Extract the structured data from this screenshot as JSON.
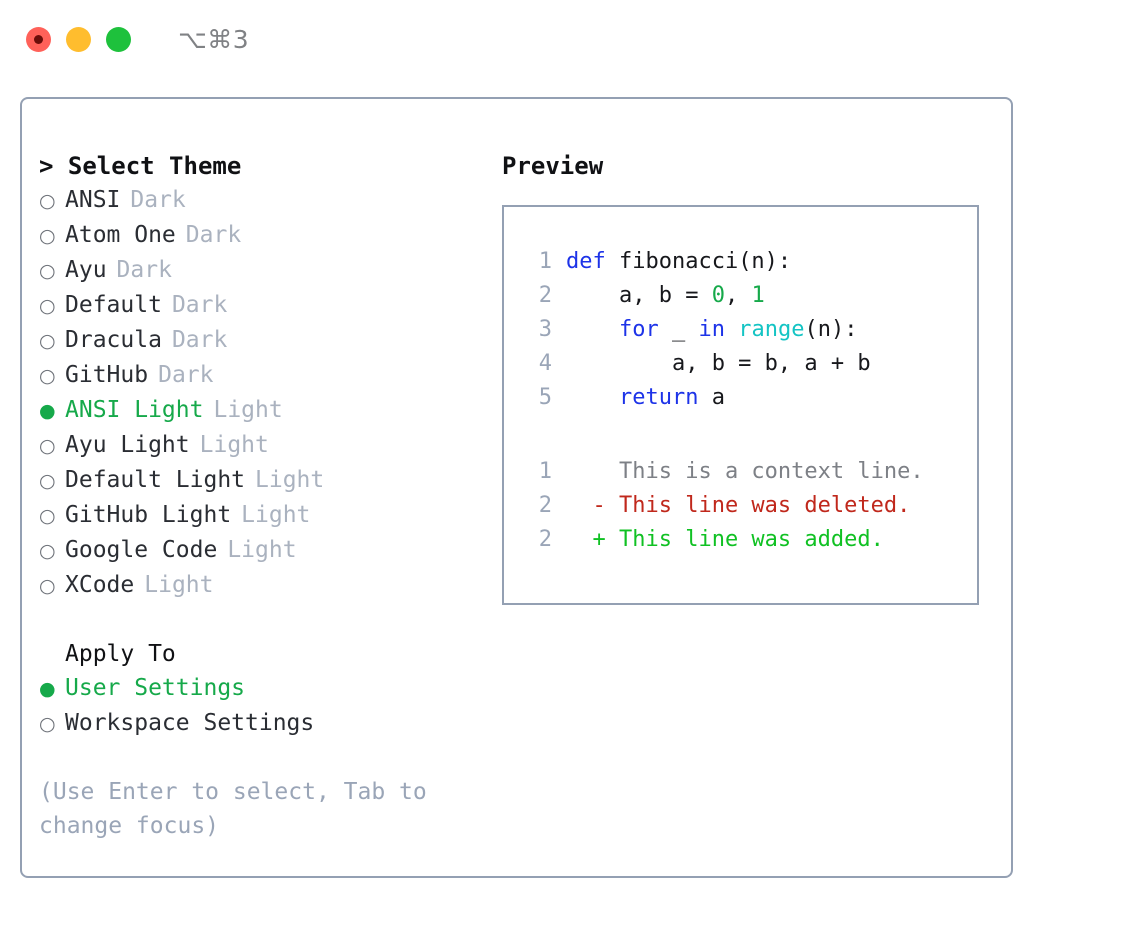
{
  "titlebar": {
    "shortcut": "⌥⌘3",
    "lights": [
      {
        "name": "close",
        "color": "#ff6159"
      },
      {
        "name": "minimize",
        "color": "#ffbd2e"
      },
      {
        "name": "maximize",
        "color": "#1ec13c"
      }
    ]
  },
  "theme_list": {
    "heading": "> Select Theme",
    "selected_bullet": "●",
    "unselected_bullet": "○",
    "items": [
      {
        "name": "ANSI",
        "variant": "Dark",
        "selected": false
      },
      {
        "name": "Atom One",
        "variant": "Dark",
        "selected": false
      },
      {
        "name": "Ayu",
        "variant": "Dark",
        "selected": false
      },
      {
        "name": "Default",
        "variant": "Dark",
        "selected": false
      },
      {
        "name": "Dracula",
        "variant": "Dark",
        "selected": false
      },
      {
        "name": "GitHub",
        "variant": "Dark",
        "selected": false
      },
      {
        "name": "ANSI Light",
        "variant": "Light",
        "selected": true
      },
      {
        "name": "Ayu Light",
        "variant": "Light",
        "selected": false
      },
      {
        "name": "Default Light",
        "variant": "Light",
        "selected": false
      },
      {
        "name": "GitHub Light",
        "variant": "Light",
        "selected": false
      },
      {
        "name": "Google Code",
        "variant": "Light",
        "selected": false
      },
      {
        "name": "XCode",
        "variant": "Light",
        "selected": false
      }
    ]
  },
  "apply_to": {
    "label": "Apply To",
    "items": [
      {
        "name": "User Settings",
        "selected": true
      },
      {
        "name": "Workspace Settings",
        "selected": false
      }
    ]
  },
  "hint": "(Use Enter to select, Tab to change focus)",
  "preview": {
    "title": "Preview",
    "code_lines": [
      {
        "number": "1",
        "tokens": [
          {
            "text": "def ",
            "kind": "kw"
          },
          {
            "text": "fibonacci(n):",
            "kind": "id"
          }
        ]
      },
      {
        "number": "2",
        "tokens": [
          {
            "text": "    a, b = ",
            "kind": "id"
          },
          {
            "text": "0",
            "kind": "num"
          },
          {
            "text": ", ",
            "kind": "id"
          },
          {
            "text": "1",
            "kind": "num"
          }
        ]
      },
      {
        "number": "3",
        "tokens": [
          {
            "text": "    ",
            "kind": "id"
          },
          {
            "text": "for",
            "kind": "kw"
          },
          {
            "text": " _ ",
            "kind": "id"
          },
          {
            "text": "in",
            "kind": "kw"
          },
          {
            "text": " ",
            "kind": "id"
          },
          {
            "text": "range",
            "kind": "fn"
          },
          {
            "text": "(n):",
            "kind": "id"
          }
        ]
      },
      {
        "number": "4",
        "tokens": [
          {
            "text": "        a, b = b, a + b",
            "kind": "id"
          }
        ]
      },
      {
        "number": "5",
        "tokens": [
          {
            "text": "    ",
            "kind": "id"
          },
          {
            "text": "return",
            "kind": "kw"
          },
          {
            "text": " a",
            "kind": "id"
          }
        ]
      }
    ],
    "diff_lines": [
      {
        "number": "1",
        "marker": "  ",
        "text": "This is a context line.",
        "kind": "ctx"
      },
      {
        "number": "2",
        "marker": "- ",
        "text": "This line was deleted.",
        "kind": "del"
      },
      {
        "number": "2",
        "marker": "+ ",
        "text": "This line was added.",
        "kind": "add"
      }
    ]
  },
  "colors": {
    "accent_green": "#16a94a",
    "border": "#94a0b3",
    "muted": "#aab2bf",
    "hint": "#9aa5b7",
    "keyword_blue": "#1d33e8",
    "function_cyan": "#14c4c4",
    "number_green": "#16a94a",
    "diff_delete_red": "#c0281c",
    "diff_add_green": "#10c123"
  }
}
